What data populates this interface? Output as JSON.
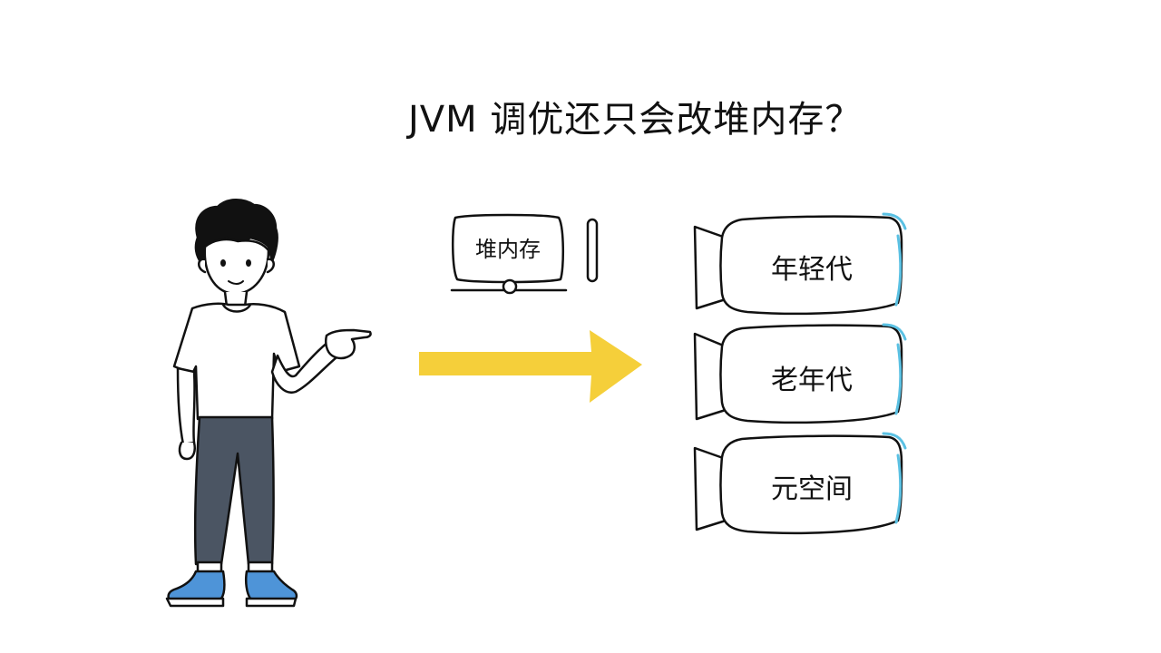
{
  "title": "JVM 调优还只会改堆内存？",
  "heap": {
    "label": "堆内存"
  },
  "regions": [
    {
      "label": "年轻代"
    },
    {
      "label": "老年代"
    },
    {
      "label": "元空间"
    }
  ],
  "colors": {
    "arrow": "#F5CF3A",
    "accent": "#5BC1E3",
    "pants": "#4B5563",
    "shoes": "#4E94D8",
    "ink": "#111111"
  },
  "icons": {
    "person": "person-pointing-illustration",
    "arrow": "arrow-right-icon",
    "monitor": "monitor-icon"
  }
}
